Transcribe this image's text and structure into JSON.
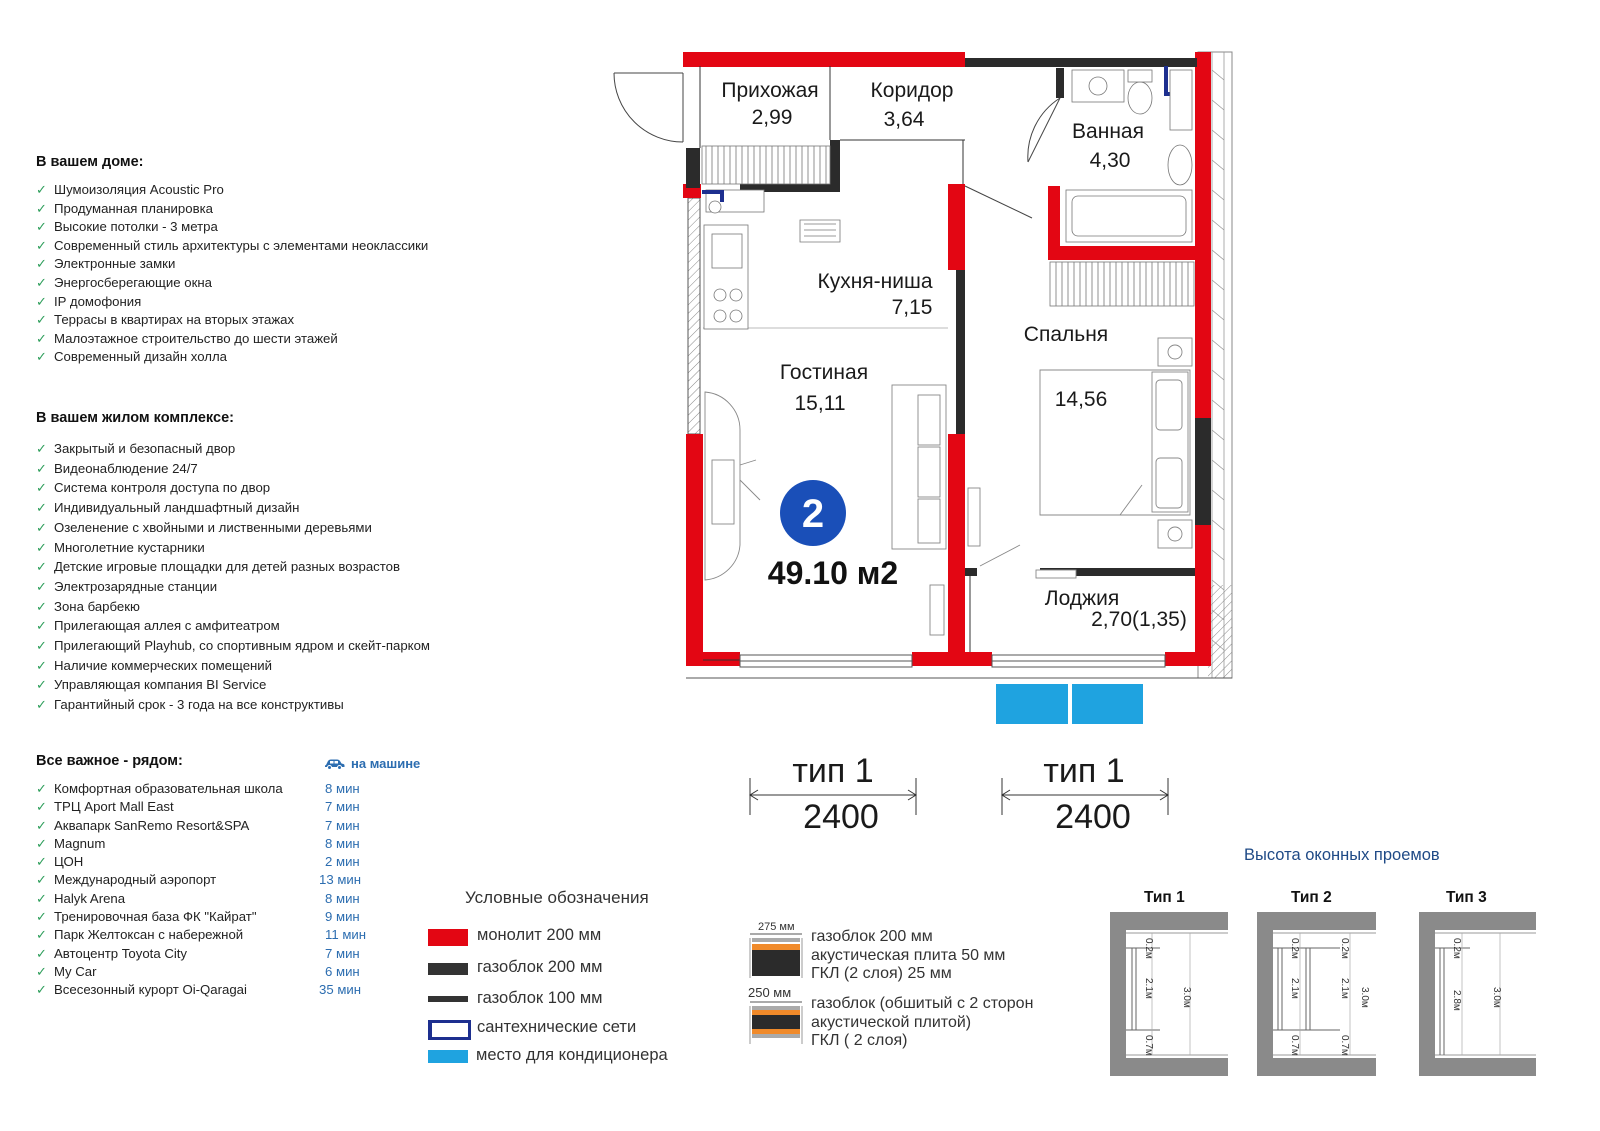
{
  "features_home": {
    "title": "В вашем доме:",
    "items": [
      "Шумоизоляция Acoustic Pro",
      "Продуманная планировка",
      "Высокие потолки - 3 метра",
      "Современный стиль архитектуры с элементами неоклассики",
      "Электронные замки",
      "Энергосберегающие окна",
      "IP домофония",
      "Террасы в квартирах на вторых этажах",
      "Малоэтажное строительство до шести этажей",
      "Современный дизайн холла"
    ]
  },
  "features_complex": {
    "title": "В вашем жилом комплексе:",
    "items": [
      "Закрытый и безопасный двор",
      "Видеонаблюдение 24/7",
      "Система контроля доступа по двор",
      "Индивидуальный ландшафтный дизайн",
      "Озеленение с хвойными и лиственными деревьями",
      "Многолетние кустарники",
      "Детские игровые площадки для детей разных возрастов",
      "Электрозарядные станции",
      "Зона барбекю",
      "Прилегающая аллея с амфитеатром",
      "Прилегающий Playhub, со спортивным ядром и скейт-парком",
      "Наличие коммерческих помещений",
      "Управляющая компания BI Service",
      "Гарантийный срок - 3 года на все конструктивы"
    ]
  },
  "nearby": {
    "title": "Все важное - рядом:",
    "mode_label": "на машине",
    "mode_icon": "car-icon",
    "items": [
      {
        "name": "Комфортная образовательная школа",
        "time": "8 мин"
      },
      {
        "name": "ТРЦ Aport Mall East",
        "time": "7 мин"
      },
      {
        "name": "Аквапарк SanRemo Resort&SPA",
        "time": "7 мин"
      },
      {
        "name": "Magnum",
        "time": "8 мин"
      },
      {
        "name": "ЦОН",
        "time": "2 мин"
      },
      {
        "name": "Международный аэропорт",
        "time": "13 мин"
      },
      {
        "name": "Halyk Arena",
        "time": "8 мин"
      },
      {
        "name": "Тренировочная база ФК \"Кайрат\"",
        "time": "9 мин"
      },
      {
        "name": "Парк Желтоксан с набережной",
        "time": "11 мин"
      },
      {
        "name": "Автоцентр Toyota City",
        "time": "7 мин"
      },
      {
        "name": "My Car",
        "time": "6 мин"
      },
      {
        "name": "Всесезонный курорт Oi-Qaragai",
        "time": "35 мин"
      }
    ]
  },
  "plan": {
    "rooms_count": "2",
    "total_area": "49.10 м2",
    "rooms": [
      {
        "name": "Прихожая",
        "area": "2,99"
      },
      {
        "name": "Коридор",
        "area": "3,64"
      },
      {
        "name": "Ванная",
        "area": "4,30"
      },
      {
        "name": "Кухня-ниша",
        "area": "7,15"
      },
      {
        "name": "Гостиная",
        "area": "15,11"
      },
      {
        "name": "Спальня",
        "area": "14,56"
      },
      {
        "name": "Лоджия",
        "area": "2,70(1,35)"
      }
    ]
  },
  "window_types": [
    {
      "label": "тип 1",
      "width": "2400"
    },
    {
      "label": "тип 1",
      "width": "2400"
    }
  ],
  "legend": {
    "title": "Условные обозначения",
    "items": [
      {
        "label": "монолит 200 мм",
        "color": "#e30613"
      },
      {
        "label": "газоблок 200 мм",
        "color": "#333333"
      },
      {
        "label": "газоблок 100 мм",
        "color": "#333333"
      },
      {
        "label": "сантехнические сети",
        "color": "#1d2f8f"
      },
      {
        "label": "место для кондиционера",
        "color": "#1fa3e0"
      }
    ],
    "wall_types": [
      {
        "dim": "275 мм",
        "lines": [
          "газоблок 200 мм",
          "акустическая плита 50 мм",
          "ГКЛ (2 слоя) 25 мм"
        ]
      },
      {
        "dim": "250 мм",
        "lines": [
          "газоблок (обшитый с 2 сторон",
          "акустической плитой)",
          "ГКЛ ( 2 слоя)"
        ]
      }
    ]
  },
  "window_heights": {
    "title": "Высота оконных проемов",
    "types": [
      {
        "name": "Тип 1",
        "labels": [
          "0.2м",
          "2.1м",
          "0.7м",
          "3.0м"
        ]
      },
      {
        "name": "Тип 2",
        "labels": [
          "0.2м",
          "2.1м",
          "0.7м",
          "0.2м",
          "2.1м",
          "0.7м",
          "3.0м"
        ]
      },
      {
        "name": "Тип 3",
        "labels": [
          "0.2м",
          "2.8м",
          "3.0м"
        ]
      }
    ]
  },
  "colors": {
    "monolith": "#e30613",
    "gasblock": "#333333",
    "plumbing": "#1d2f8f",
    "ac": "#1fa3e0",
    "badge": "#1a4fb8",
    "check": "#2e9e5b",
    "time": "#2c6db0"
  }
}
